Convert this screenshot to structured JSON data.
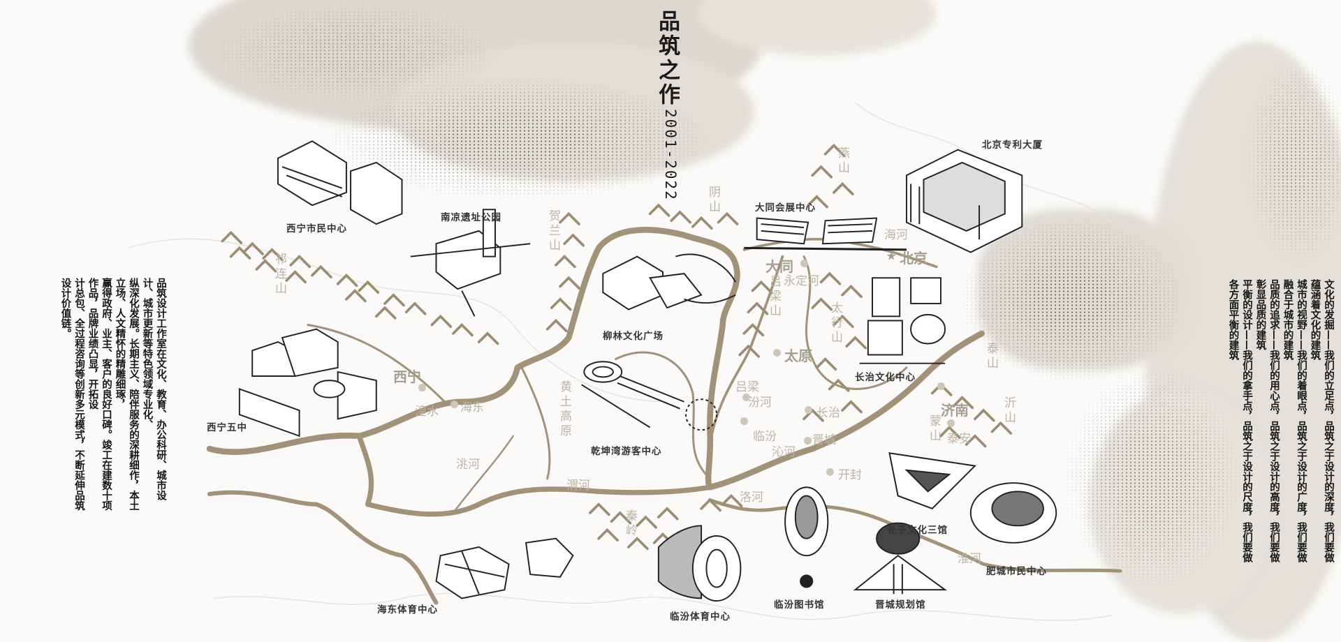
{
  "title": "品筑之作",
  "years": "2001-2022",
  "intro_lines": [
    "品筑设计工作室在文化、教育、办公科研、城市设计、城市更新等特色领域专业化、",
    "纵深化发展。长期主义、陪伴服务的深耕细作，本土立场、人文精怀的精雕细琢，",
    "赢得政府、业主、客户的良好口碑。竣工在建数十项作品，品牌业绩凸显，开拓设",
    "计总包、全过程咨询等创新多元模式，不断延伸品筑设计价值链。"
  ],
  "philosophy_lines": [
    "文化的发掘——我们的立足点，品筑之于设计的深度，我们要做蕴涵着文化的建筑",
    "城市的视野——我们的着眼点，品筑之于设计的广度，我们要做融合于城市的建筑",
    "品质的追求——我们的用心点，品筑之于设计的高度，我们要做彰显品质的建筑",
    "平衡的设计——我们的拿手点，品筑之于设计的尺度，我们要做各方面平衡的建筑"
  ],
  "projects": [
    "西宁市民中心",
    "南凉遗址公园",
    "北京专利大厦",
    "大同会展中心",
    "柳林文化广场",
    "西宁五中",
    "乾坤湾游客中心",
    "长治文化中心",
    "长子文化三馆",
    "肥城市民中心",
    "海东体育中心",
    "临汾体育中心",
    "临汾图书馆",
    "晋城规划馆"
  ],
  "places": {
    "mountains": [
      "祁连山",
      "贺兰山",
      "阴山",
      "燕山",
      "吕梁山",
      "太行山",
      "泰山",
      "沂山",
      "蒙山",
      "秦岭",
      "黄土高原"
    ],
    "rivers": [
      "海河",
      "永定河",
      "汾河",
      "沁河",
      "洛河",
      "淮河",
      "湟水",
      "洮河",
      "渭河"
    ],
    "cities": [
      "北京",
      "大同",
      "太原",
      "吕梁",
      "长治",
      "临汾",
      "晋城",
      "开封",
      "济南",
      "泰安",
      "西宁",
      "海东"
    ]
  },
  "colors": {
    "river": "#a3927a",
    "ink": "#1a1a1a",
    "label": "#bdb3a6",
    "wash": "#d8d3cb"
  }
}
